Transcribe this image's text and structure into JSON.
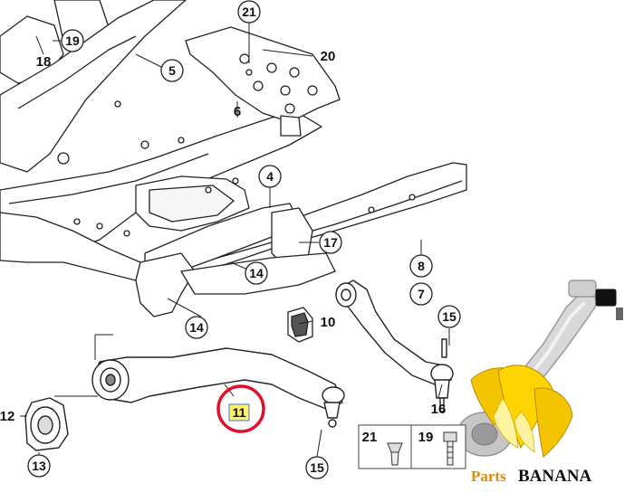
{
  "diagram": {
    "callouts": {
      "c21_top": "21",
      "c19_top": "19",
      "c18": "18",
      "c5": "5",
      "c20": "20",
      "c6": "6",
      "c4": "4",
      "c17": "17",
      "c8": "8",
      "c7": "7",
      "c14_upper": "14",
      "c14_lower": "14",
      "c10": "10",
      "c15_right": "15",
      "c16": "16",
      "c12": "12",
      "c13": "13",
      "c11": "11",
      "c15_bottom": "15",
      "c21_box": "21",
      "c19_box": "19"
    },
    "highlight_color": "#e0102a",
    "label_fill": "#fff26b"
  },
  "watermark": {
    "text_prefix": "Parts",
    "text_brand": "BANANA"
  }
}
